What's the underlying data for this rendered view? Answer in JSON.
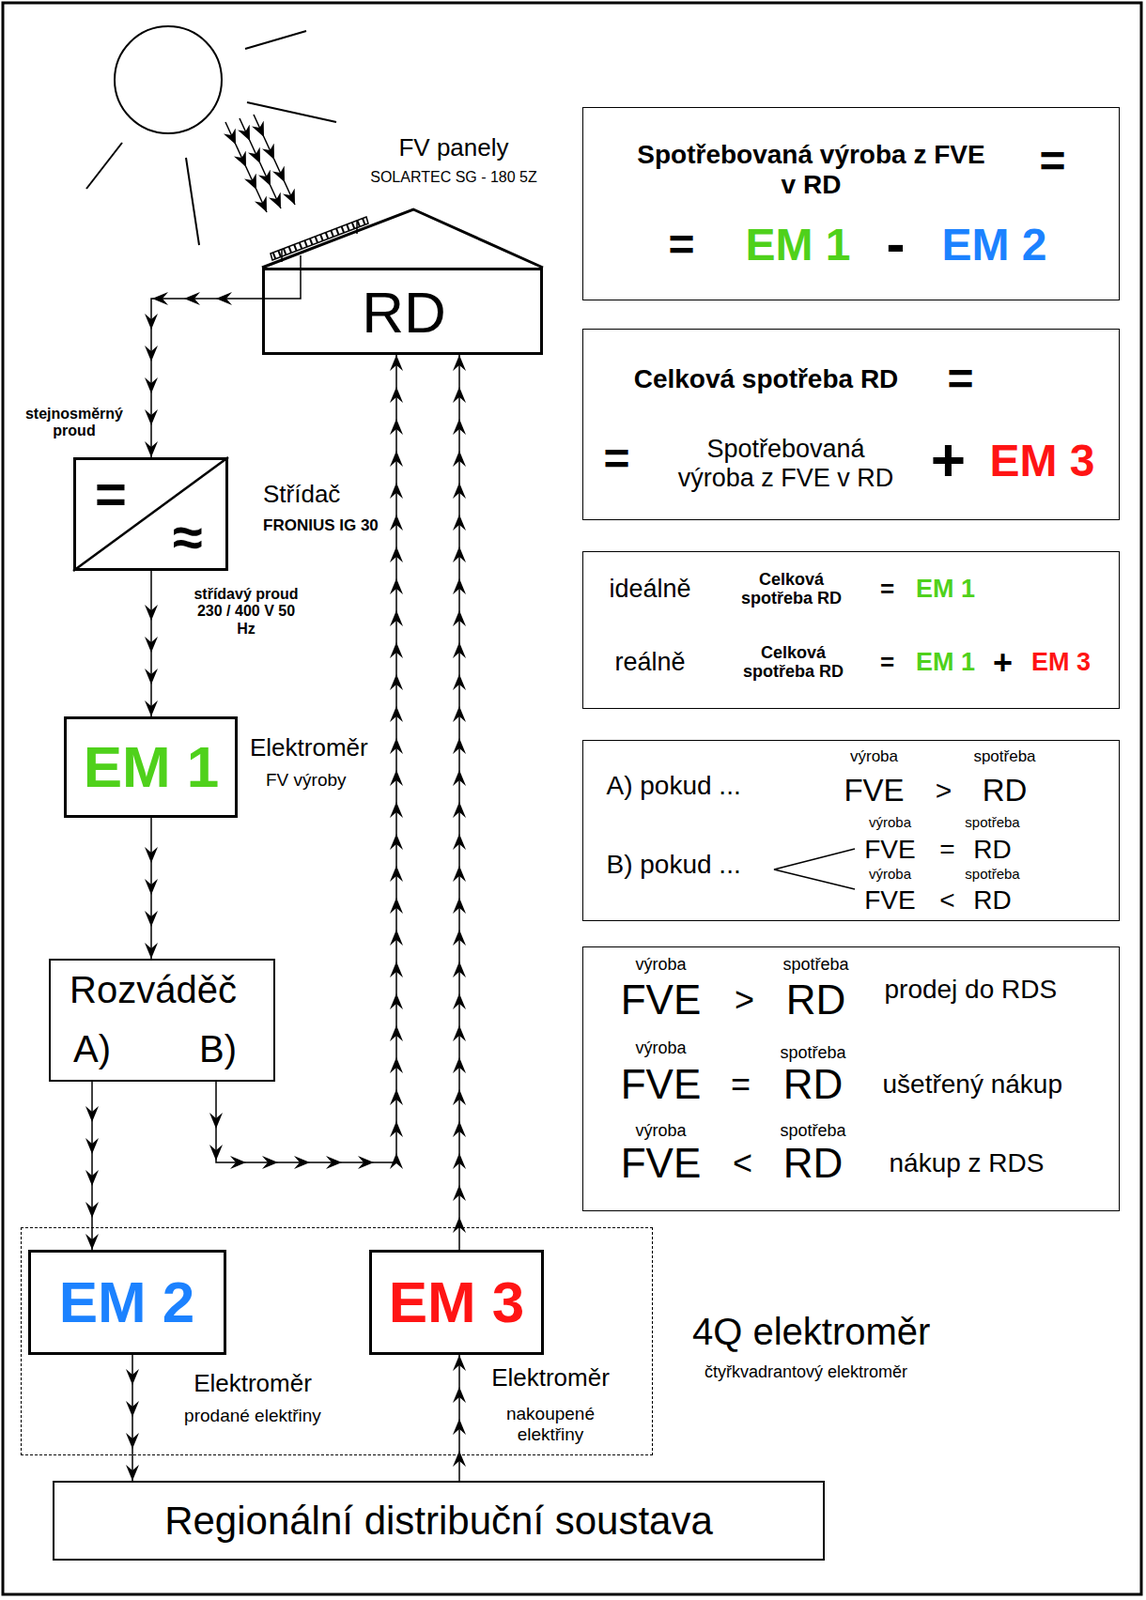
{
  "diagram": {
    "nodes": [
      {
        "text": [
          "RD"
        ]
      },
      {
        "text": [
          "=",
          "≈",
          "Střídač",
          "FRONIUS IG 30"
        ]
      },
      {
        "text": [
          "EM 1",
          "Elektroměr",
          "FV výroby"
        ]
      },
      {
        "text": [
          "Rozváděč",
          "A)",
          "B)"
        ]
      },
      {
        "text": [
          "4Q elektroměr",
          "čtyřkvadrantový elektroměr"
        ]
      },
      {
        "text": [
          "EM 2",
          "Elektroměr",
          "prodané elektřiny"
        ],
        "in": 4
      },
      {
        "text": [
          "EM 3",
          "Elektroměr",
          "nakoupené elektřiny"
        ],
        "in": 4
      },
      {
        "text": [
          "Regionální distribuční soustava"
        ]
      },
      {
        "text": [
          "Spotřebovaná výroba z FVE v RD",
          "=",
          "=",
          "EM 1",
          "-",
          "EM 2"
        ]
      },
      {
        "text": [
          "Celková spotřeba RD",
          "=",
          "=",
          "Spotřebovaná výroba z FVE v RD",
          "+",
          "EM 3"
        ]
      },
      {
        "text": [
          "ideálně",
          "Celková spotřeba RD",
          "=",
          "EM 1",
          "reálně",
          "Celková spotřeba RD",
          "=",
          "EM 1",
          "+",
          "EM 3"
        ]
      },
      {
        "text": [
          "A) pokud ...",
          "výroba",
          "FVE",
          ">",
          "spotřeba",
          "RD",
          "B) pokud ...",
          "výroba",
          "FVE",
          "=",
          "spotřeba",
          "RD",
          "výroba",
          "FVE",
          "<",
          "spotřeba",
          "RD"
        ]
      },
      {
        "text": [
          "výroba",
          "FVE",
          ">",
          "spotřeba",
          "RD",
          "prodej do RDS",
          "výroba",
          "FVE",
          "=",
          "spotřeba",
          "RD",
          "ušetřený nákup",
          "výroba",
          "FVE",
          "<",
          "spotřeba",
          "RD",
          "nákup z RDS"
        ]
      }
    ],
    "edges": [
      {
        "from": 0,
        "to": 1,
        "arrow": "to",
        "label": "stejnosměrný proud"
      },
      {
        "from": 1,
        "to": 2,
        "arrow": "to",
        "label": "střídavý proud 230 / 400 V 50 Hz"
      },
      {
        "from": 2,
        "to": 3,
        "arrow": "to"
      },
      {
        "from": 3,
        "to": 5,
        "arrow": "to"
      },
      {
        "from": 3,
        "to": 0,
        "arrow": "to"
      },
      {
        "from": 5,
        "to": 7,
        "arrow": "to"
      },
      {
        "from": 7,
        "to": 6,
        "arrow": "to"
      },
      {
        "from": 6,
        "to": 0,
        "arrow": "to"
      }
    ],
    "labels": [
      "FV panely",
      "SOLARTEC SG - 180 5Z"
    ]
  }
}
